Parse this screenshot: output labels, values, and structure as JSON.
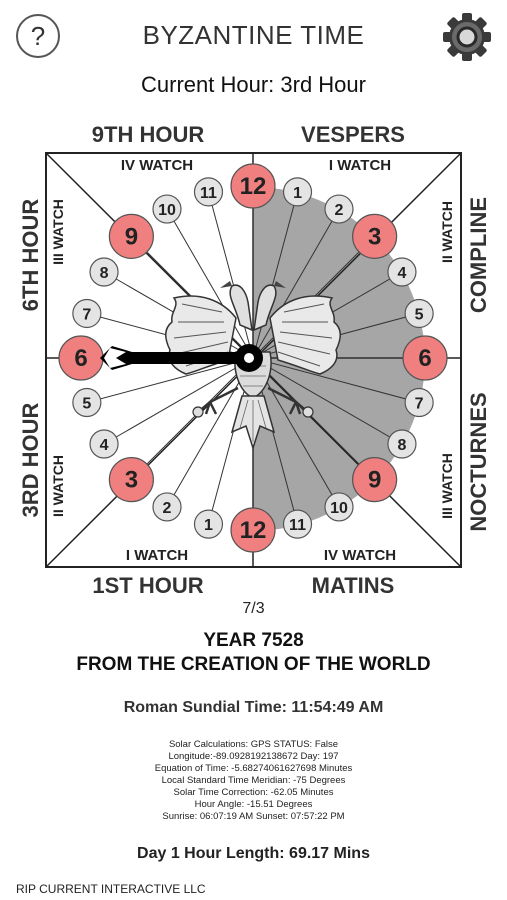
{
  "header": {
    "help_icon": "question-mark-icon",
    "help_label": "?",
    "title": "BYZANTINE TIME",
    "settings_icon": "gear-icon"
  },
  "current_hour": "Current Hour: 3rd Hour",
  "dial": {
    "top_left_label": "9TH HOUR",
    "top_right_label": "VESPERS",
    "bottom_left_label": "1ST HOUR",
    "bottom_right_label": "MATINS",
    "left_upper_label": "6TH HOUR",
    "left_lower_label": "3RD HOUR",
    "right_upper_label": "COMPLINE",
    "right_lower_label": "NOCTURNES",
    "watch_top_left": "IV WATCH",
    "watch_top_right": "I WATCH",
    "watch_bottom_left": "I WATCH",
    "watch_bottom_right": "IV WATCH",
    "watch_left_upper": "III WATCH",
    "watch_left_lower": "II WATCH",
    "watch_right_upper": "II WATCH",
    "watch_right_lower": "III WATCH",
    "day_numerals": [
      "1",
      "2",
      "3",
      "4",
      "5",
      "6",
      "7",
      "8",
      "9",
      "10",
      "11",
      "12"
    ],
    "night_numerals": [
      "1",
      "2",
      "3",
      "4",
      "5",
      "6",
      "7",
      "8",
      "9",
      "10",
      "11",
      "12"
    ],
    "emblem": "double-headed-eagle",
    "colors": {
      "major": "#f08080",
      "minor": "#e4e4e4",
      "night": "#a6a6a6",
      "hand": "#000000"
    }
  },
  "date": "7/3",
  "year_line": "YEAR 7528",
  "creation_line": "FROM THE CREATION OF THE WORLD",
  "roman_time": "Roman Sundial Time: 11:54:49 AM",
  "solar": {
    "line1": "Solar Calculations: GPS STATUS: False",
    "line2": "Longitude:-89.0928192138672 Day: 197",
    "line3": "Equation of Time: -5.68274061627698 Minutes",
    "line4": "Local Standard Time Meridian: -75 Degrees",
    "line5": "Solar Time Correction: -62.05 Minutes",
    "line6": "Hour Angle: -15.51 Degrees",
    "line7": "Sunrise: 06:07:19 AM Sunset: 07:57:22 PM"
  },
  "day_hour_length": "Day 1 Hour Length: 69.17 Mins",
  "company": "RIP CURRENT INTERACTIVE LLC"
}
